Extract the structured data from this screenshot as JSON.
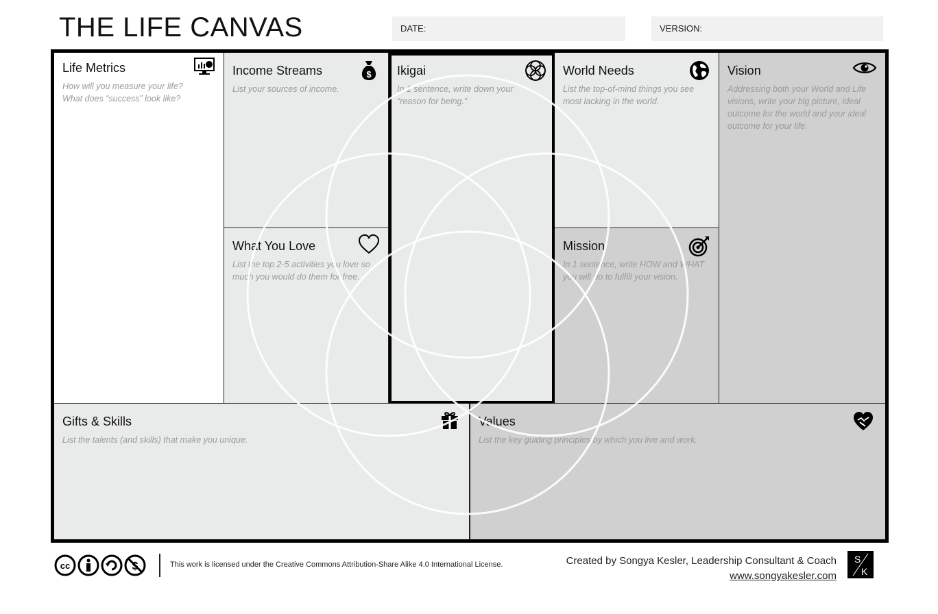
{
  "header": {
    "title": "THE LIFE CANVAS",
    "date_label": "DATE:",
    "version_label": "VERSION:"
  },
  "sections": {
    "life_metrics": {
      "title": "Life Metrics",
      "hint": "How will you measure your life? What does “success” look like?",
      "icon": "monitor-chart-icon"
    },
    "income_streams": {
      "title": "Income Streams",
      "hint": "List your sources of income.",
      "icon": "money-bag-icon"
    },
    "ikigai": {
      "title": "Ikigai",
      "hint": "In 1 sentence, write down your “reason for being.”",
      "icon": "flower-icon"
    },
    "world_needs": {
      "title": "World Needs",
      "hint": "List the top-of-mind things you see most lacking in the world.",
      "icon": "globe-icon"
    },
    "vision": {
      "title": "Vision",
      "hint": "Addressing both your World and Life visions, write your big picture, ideal outcome for the world and your ideal outcome for your life.",
      "icon": "eye-icon"
    },
    "what_you_love": {
      "title": "What You Love",
      "hint": "List the top 2-5 activities you love so much you would do them for free.",
      "icon": "heart-icon"
    },
    "mission": {
      "title": "Mission",
      "hint": "In 1 sentence, write HOW and WHAT you will do to fulfill your vision.",
      "icon": "target-icon"
    },
    "gifts_skills": {
      "title": "Gifts & Skills",
      "hint": "List the talents (and skills) that make you unique.",
      "icon": "gift-icon"
    },
    "values": {
      "title": "Values",
      "hint": "List the key guiding principles by which you live and work.",
      "icon": "handshake-heart-icon"
    }
  },
  "footer": {
    "license": "This work is licensed under the Creative Commons Attribution-Share Alike 4.0 International License.",
    "credit": "Created by Songya Kesler, Leadership Consultant & Coach",
    "website": "www.songyakesler.com",
    "logo_text": "S/K"
  },
  "colors": {
    "white": "#ffffff",
    "light": "#e9eaea",
    "mid": "#d0d0d0",
    "border": "#000000"
  }
}
